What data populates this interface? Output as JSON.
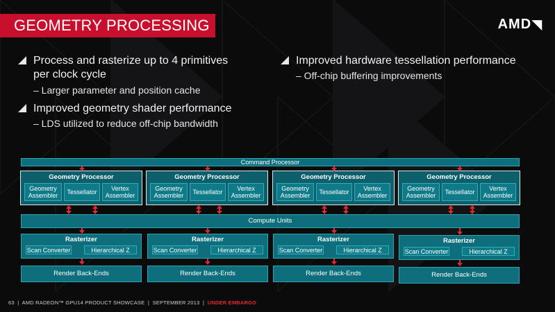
{
  "slide": {
    "title": "GEOMETRY PROCESSING",
    "logo": "AMD",
    "logo_mark": "arrow-logo-icon"
  },
  "bullets_left": [
    {
      "text": "Process and rasterize up to 4 primitives",
      "text2": "per clock cycle",
      "sub": "– Larger parameter and position cache"
    },
    {
      "text": "Improved geometry shader performance",
      "sub": "– LDS utilized to reduce off-chip bandwidth"
    }
  ],
  "bullets_right": [
    {
      "text": "Improved hardware tessellation performance",
      "sub": "– Off-chip buffering improvements"
    }
  ],
  "diagram": {
    "command_processor": "Command Processor",
    "compute_units": "Compute Units",
    "geometry_processor": "Geometry Processor",
    "geometry_assembler": "Geometry Assembler",
    "tessellator": "Tessellator",
    "vertex_assembler": "Vertex Assembler",
    "rasterizer": "Rasterizer",
    "scan_converter": "Scan Converter",
    "hierarchical_z": "Hierarchical Z",
    "render_back_ends": "Render Back-Ends"
  },
  "footer": {
    "text": "63  |  AMD RADEON™ GPU14 PRODUCT SHOWCASE  |  SEPTEMBER 2013  |  ",
    "embargo": "UNDER EMBARGO"
  },
  "colors": {
    "accent": "#c8102e",
    "block": "#0e6e7c",
    "arrow": "#e4262d"
  }
}
